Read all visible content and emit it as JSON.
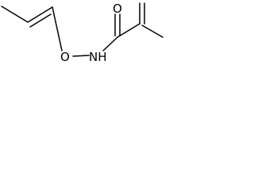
{
  "molecule": {
    "atoms": {
      "oxygen_carbonyl": "O",
      "oxygen_ether": "O",
      "nitrogen": "NH"
    },
    "ink_color": "#000000",
    "background_color": "#ffffff"
  }
}
